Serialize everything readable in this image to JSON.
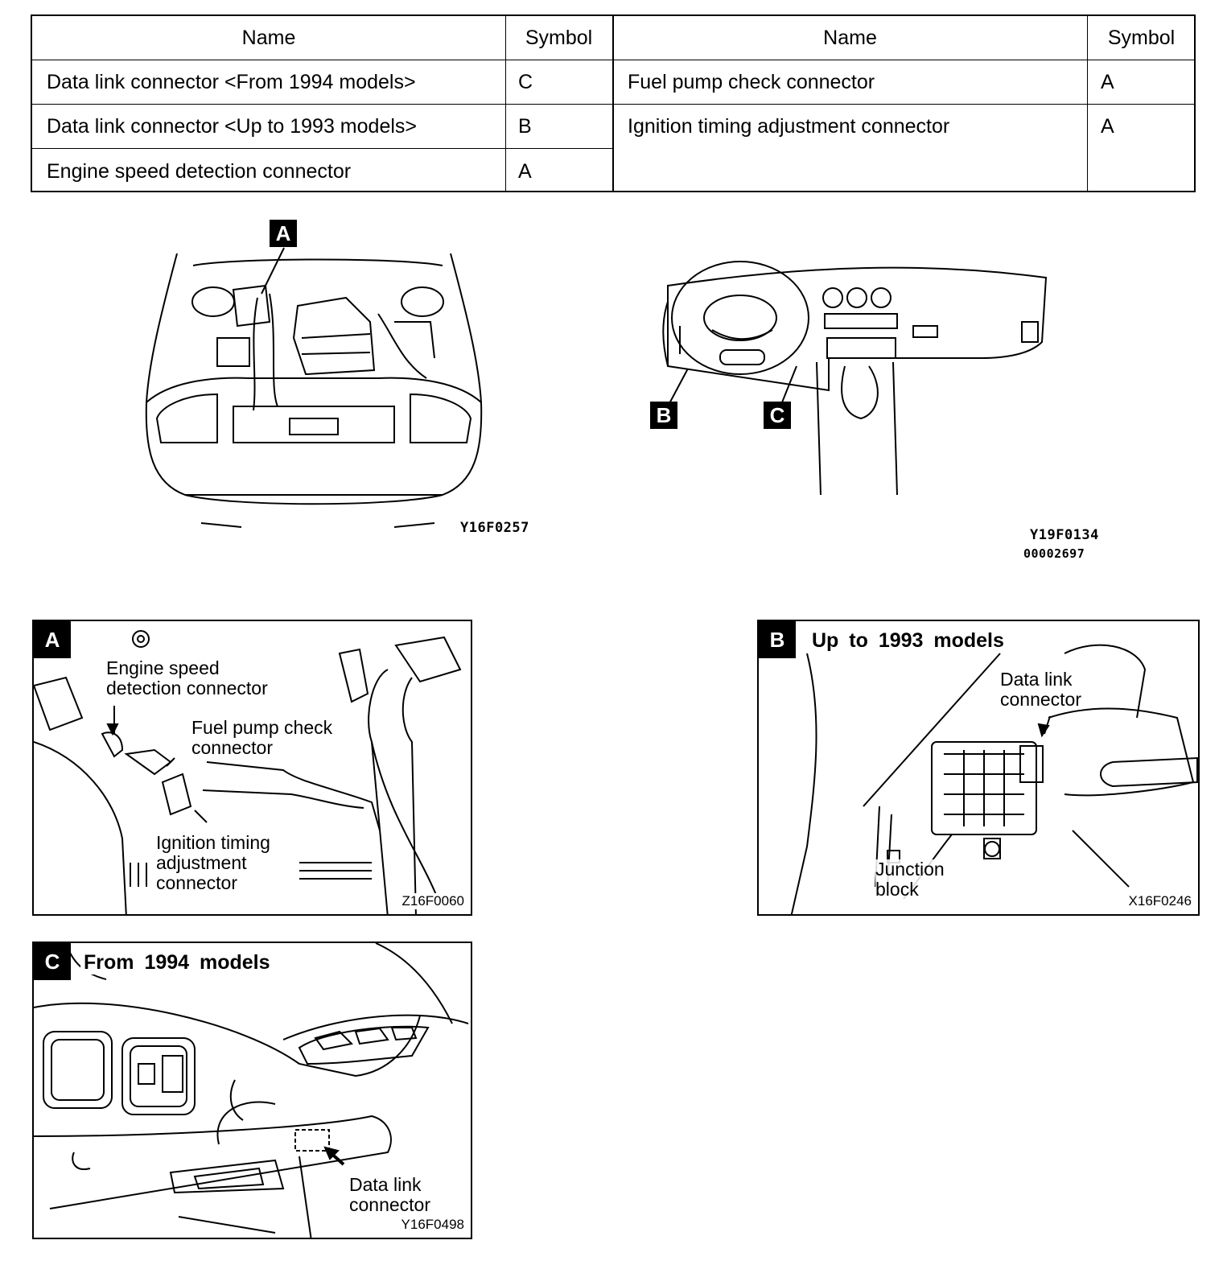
{
  "connector_table": {
    "left_header": {
      "name": "Name",
      "symbol": "Symbol"
    },
    "right_header": {
      "name": "Name",
      "symbol": "Symbol"
    },
    "left_rows": [
      {
        "name": "Data link connector <From 1994 models>",
        "symbol": "C"
      },
      {
        "name": "Data link connector <Up to 1993 models>",
        "symbol": "B"
      },
      {
        "name": "Engine speed detection connector",
        "symbol": "A"
      }
    ],
    "right_rows": [
      {
        "name": "Fuel pump check connector",
        "symbol": "A"
      },
      {
        "name": "Ignition timing adjustment connector",
        "symbol": "A"
      }
    ]
  },
  "overview_engine": {
    "callout": "A",
    "figure_id": "Y16F0257"
  },
  "overview_dash": {
    "callout_b": "B",
    "callout_c": "C",
    "figure_id": "Y19F0134",
    "figure_id_2": "00002697"
  },
  "panel_a": {
    "letter": "A",
    "label_engine_speed": "Engine speed\ndetection connector",
    "label_fuel_pump": "Fuel pump check\nconnector",
    "label_ignition": "Ignition timing\nadjustment\nconnector",
    "figure_id": "Z16F0060"
  },
  "panel_b": {
    "letter": "B",
    "title": "Up to 1993 models",
    "label_dlc": "Data link\nconnector",
    "label_junction": "Junction\nblock",
    "figure_id": "X16F0246"
  },
  "panel_c": {
    "letter": "C",
    "title": "From 1994 models",
    "label_dlc": "Data link\nconnector",
    "figure_id": "Y16F0498"
  }
}
